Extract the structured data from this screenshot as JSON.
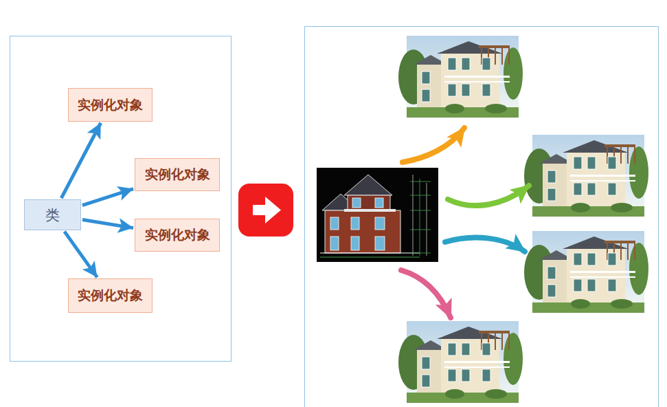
{
  "diagram": {
    "nodes": [
      {
        "text": [
          "类"
        ]
      },
      {
        "text": [
          "实例化对象"
        ]
      },
      {
        "text": [
          "实例化对象"
        ]
      },
      {
        "text": [
          "实例化对象"
        ]
      },
      {
        "text": [
          "实例化对象"
        ]
      }
    ],
    "edges": [
      {
        "from": 0,
        "to": 1,
        "arrow": "to"
      },
      {
        "from": 0,
        "to": 2,
        "arrow": "to"
      },
      {
        "from": 0,
        "to": 3,
        "arrow": "to"
      },
      {
        "from": 0,
        "to": 4,
        "arrow": "to"
      }
    ]
  }
}
